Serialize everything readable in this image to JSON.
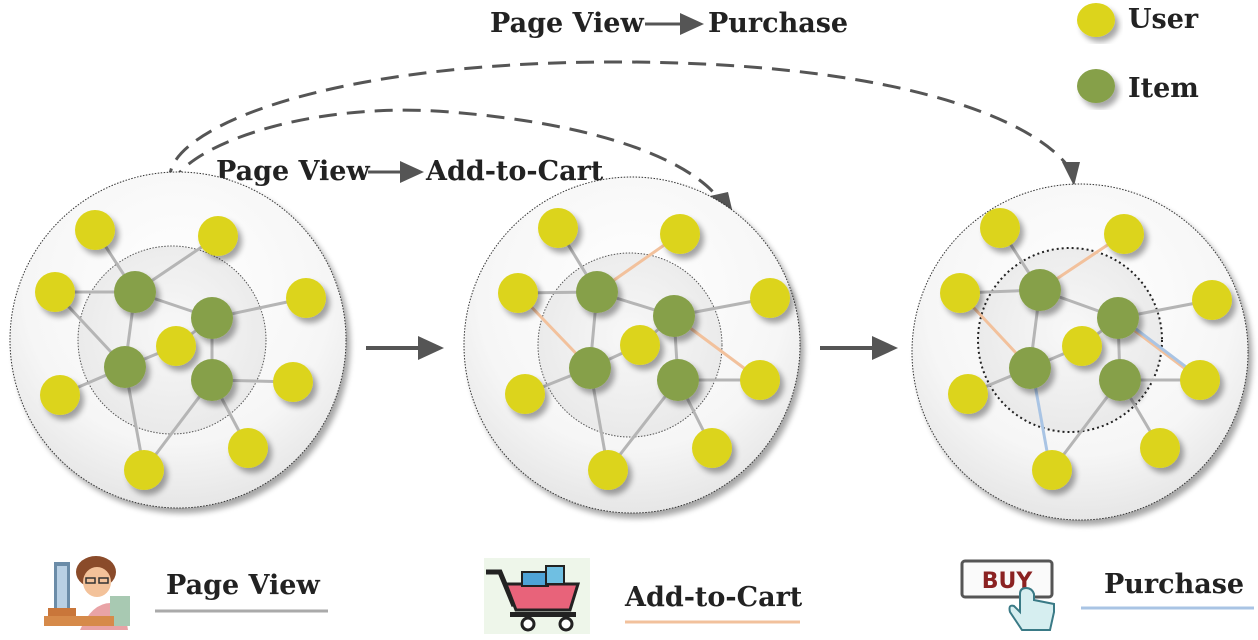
{
  "flows": {
    "top": {
      "from": "Page View",
      "to": "Purchase"
    },
    "middle": {
      "from": "Page View",
      "to": "Add-to-Cart"
    }
  },
  "legend": {
    "user_label": "User",
    "item_label": "Item",
    "colors": {
      "user": "#dcd41a",
      "item": "#86a04a"
    }
  },
  "behaviors": [
    {
      "label": "Page View",
      "line_color": "#aaaaaa",
      "icon": "person-at-computer-icon"
    },
    {
      "label": "Add-to-Cart",
      "line_color": "#f2c19c",
      "icon": "shopping-cart-icon"
    },
    {
      "label": "Purchase",
      "line_color": "#a9c4e4",
      "icon": "buy-button-icon"
    }
  ],
  "icon_text": {
    "buy": "BUY"
  }
}
